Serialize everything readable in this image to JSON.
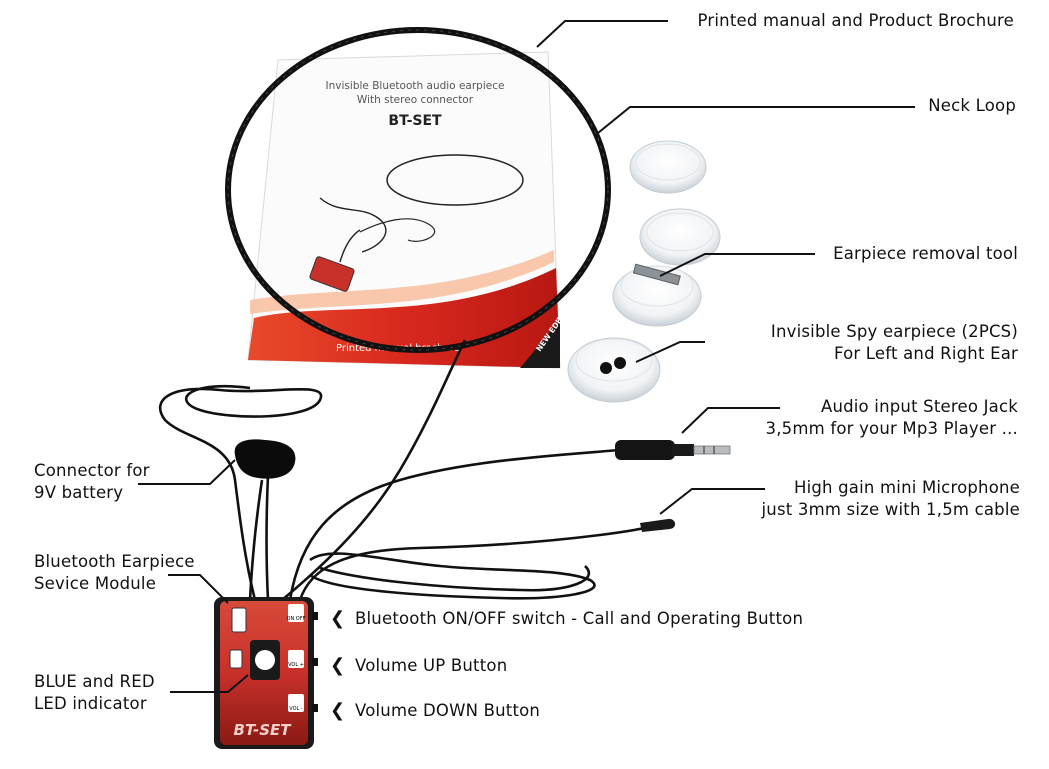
{
  "brochure": {
    "line1": "Invisible Bluetooth audio earpiece",
    "line2": "With stereo connector",
    "title": "BT-SET",
    "footer": "Printed manual   brochure",
    "badge": "NEW EDITION!"
  },
  "device": {
    "logo": "BT-SET",
    "on_off": "ON OFF",
    "vol_plus": "VOL +",
    "vol_minus": "VOL -"
  },
  "labels": {
    "manual": "Printed manual and Product Brochure",
    "neck_loop": "Neck Loop",
    "removal_tool": "Earpiece removal tool",
    "spy_earpiece_1": "Invisible Spy earpiece (2PCS)",
    "spy_earpiece_2": "For Left and Right Ear",
    "audio_jack_1": "Audio input Stereo Jack",
    "audio_jack_2": "3,5mm for your Mp3 Player ...",
    "microphone_1": "High gain mini Microphone",
    "microphone_2": "just 3mm size with 1,5m cable",
    "connector_1": "Connector for",
    "connector_2": "9V battery",
    "module_1": "Bluetooth Earpiece",
    "module_2": "Sevice Module",
    "led_1": "BLUE and RED",
    "led_2": "LED indicator",
    "btn_onoff": "Bluetooth ON/OFF switch - Call and Operating Button",
    "btn_volup": "Volume UP Button",
    "btn_voldown": "Volume DOWN Button"
  },
  "icons": {
    "arrow": "chevron-left-icon"
  },
  "colors": {
    "brochure_red": "#d8281e",
    "device_red": "#d0302a",
    "cable": "#111111"
  }
}
